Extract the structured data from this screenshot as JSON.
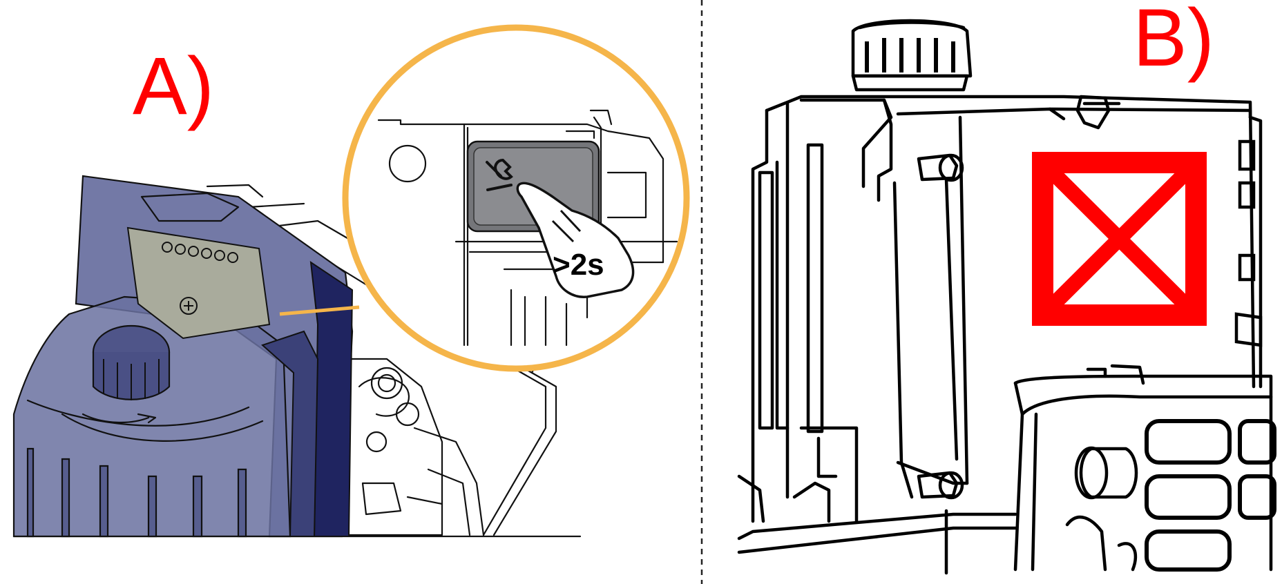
{
  "panels": {
    "a": {
      "label": "A)",
      "badge_text": ">2s"
    },
    "b": {
      "label": "B)"
    }
  },
  "colors": {
    "label": "#ff0000",
    "zoom_circle": "#f5b54a",
    "device_tint": "#5c6394",
    "prohibited_mark": "#ff0000"
  },
  "icons": [
    "wrench-icon",
    "hand-pointer-icon",
    "prohibited-cross-icon"
  ]
}
